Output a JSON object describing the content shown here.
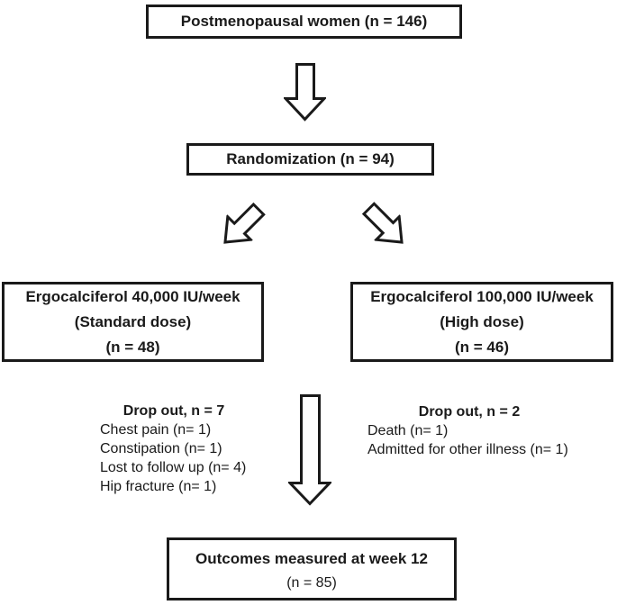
{
  "figure": {
    "colors": {
      "background": "#ffffff",
      "ink": "#1a1a1a",
      "arrow_fill": "#ffffff"
    },
    "boxes": {
      "enrollment": {
        "text": "Postmenopausal women (n = 146)"
      },
      "randomization": {
        "text": "Randomization (n = 94)"
      },
      "standard_dose": {
        "lines": [
          "Ergocalciferol 40,000 IU/week",
          "(Standard dose)",
          "(n = 48)"
        ]
      },
      "high_dose": {
        "lines": [
          "Ergocalciferol 100,000 IU/week",
          "(High dose)",
          "(n = 46)"
        ]
      },
      "outcomes": {
        "title": "Outcomes measured at week 12",
        "subtitle": "(n = 85)"
      }
    },
    "dropouts": {
      "left": {
        "header": "Drop out, n = 7",
        "items": [
          "Chest pain (n= 1)",
          "Constipation (n= 1)",
          "Lost to follow up (n= 4)",
          "Hip fracture (n= 1)"
        ]
      },
      "right": {
        "header": "Drop out, n = 2",
        "items": [
          "Death (n= 1)",
          "Admitted for other illness (n= 1)"
        ]
      }
    }
  }
}
